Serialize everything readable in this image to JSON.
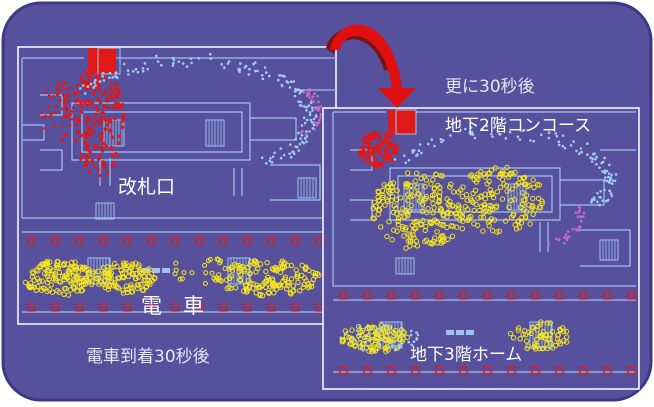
{
  "labels": {
    "ticket_gate": "改札口",
    "train": "電　車",
    "after_arrival": "電車到着30秒後",
    "further_later": "更に30秒後",
    "b2_concourse": "地下2階コンコース",
    "b3_platform": "地下3階ホーム"
  },
  "colors": {
    "background": "#57509c",
    "outer_border": "#3d3784",
    "line": "#9ec4ee",
    "panel_border": "#ffffff",
    "agents_red": "#e11818",
    "agents_yellow": "#f5e61a",
    "agents_blue": "#9fd0f2",
    "agents_pink": "#c86cc8",
    "arrow_fill": "#e01010",
    "arrow_shade": "#7a1414"
  }
}
